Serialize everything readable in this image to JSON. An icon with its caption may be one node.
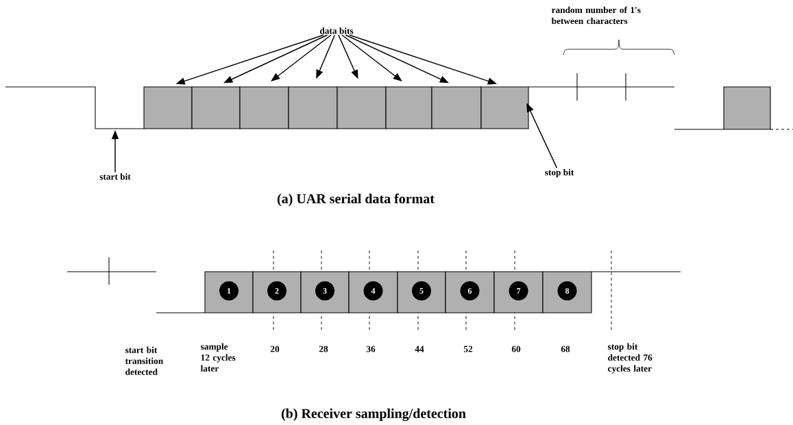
{
  "diagram": {
    "nodes": [
      {
        "text": [
          "data bits"
        ]
      },
      {
        "text": [],
        "shape": "box"
      },
      {
        "text": [],
        "shape": "box"
      },
      {
        "text": [],
        "shape": "box"
      },
      {
        "text": [],
        "shape": "box"
      },
      {
        "text": [],
        "shape": "box"
      },
      {
        "text": [],
        "shape": "box"
      },
      {
        "text": [],
        "shape": "box"
      },
      {
        "text": [],
        "shape": "box"
      },
      {
        "text": [
          "start bit"
        ]
      },
      {
        "text": [
          "stop bit"
        ]
      },
      {
        "text": [],
        "shape": "box"
      },
      {
        "text": [],
        "shape": "box"
      },
      {
        "text": [
          "1"
        ],
        "in": 12
      },
      {
        "text": [],
        "shape": "box"
      },
      {
        "text": [
          "2"
        ],
        "in": 14
      },
      {
        "text": [],
        "shape": "box"
      },
      {
        "text": [
          "3"
        ],
        "in": 16
      },
      {
        "text": [],
        "shape": "box"
      },
      {
        "text": [
          "4"
        ],
        "in": 18
      },
      {
        "text": [],
        "shape": "box"
      },
      {
        "text": [
          "5"
        ],
        "in": 20
      },
      {
        "text": [],
        "shape": "box"
      },
      {
        "text": [
          "6"
        ],
        "in": 22
      },
      {
        "text": [],
        "shape": "box"
      },
      {
        "text": [
          "7"
        ],
        "in": 24
      },
      {
        "text": [],
        "shape": "box"
      },
      {
        "text": [
          "8"
        ],
        "in": 26
      }
    ],
    "edges": [
      {
        "from": 0,
        "to": 1,
        "arrow": "to"
      },
      {
        "from": 0,
        "to": 2,
        "arrow": "to"
      },
      {
        "from": 0,
        "to": 3,
        "arrow": "to"
      },
      {
        "from": 0,
        "to": 4,
        "arrow": "to"
      },
      {
        "from": 0,
        "to": 5,
        "arrow": "to"
      },
      {
        "from": 0,
        "to": 6,
        "arrow": "to"
      },
      {
        "from": 0,
        "to": 7,
        "arrow": "to"
      },
      {
        "from": 0,
        "to": 8,
        "arrow": "to"
      },
      {
        "from": 9,
        "to": null,
        "arrow": "to"
      },
      {
        "from": 10,
        "to": 8,
        "arrow": "to"
      }
    ],
    "labels": [
      "random number of 1's between characters",
      "(a)  UAR serial data format",
      "start bit transition detected",
      "sample 12 cycles later",
      "20",
      "28",
      "36",
      "44",
      "52",
      "60",
      "68",
      "stop bit detected 76 cycles later",
      "(b)  Receiver sampling/detection"
    ]
  }
}
